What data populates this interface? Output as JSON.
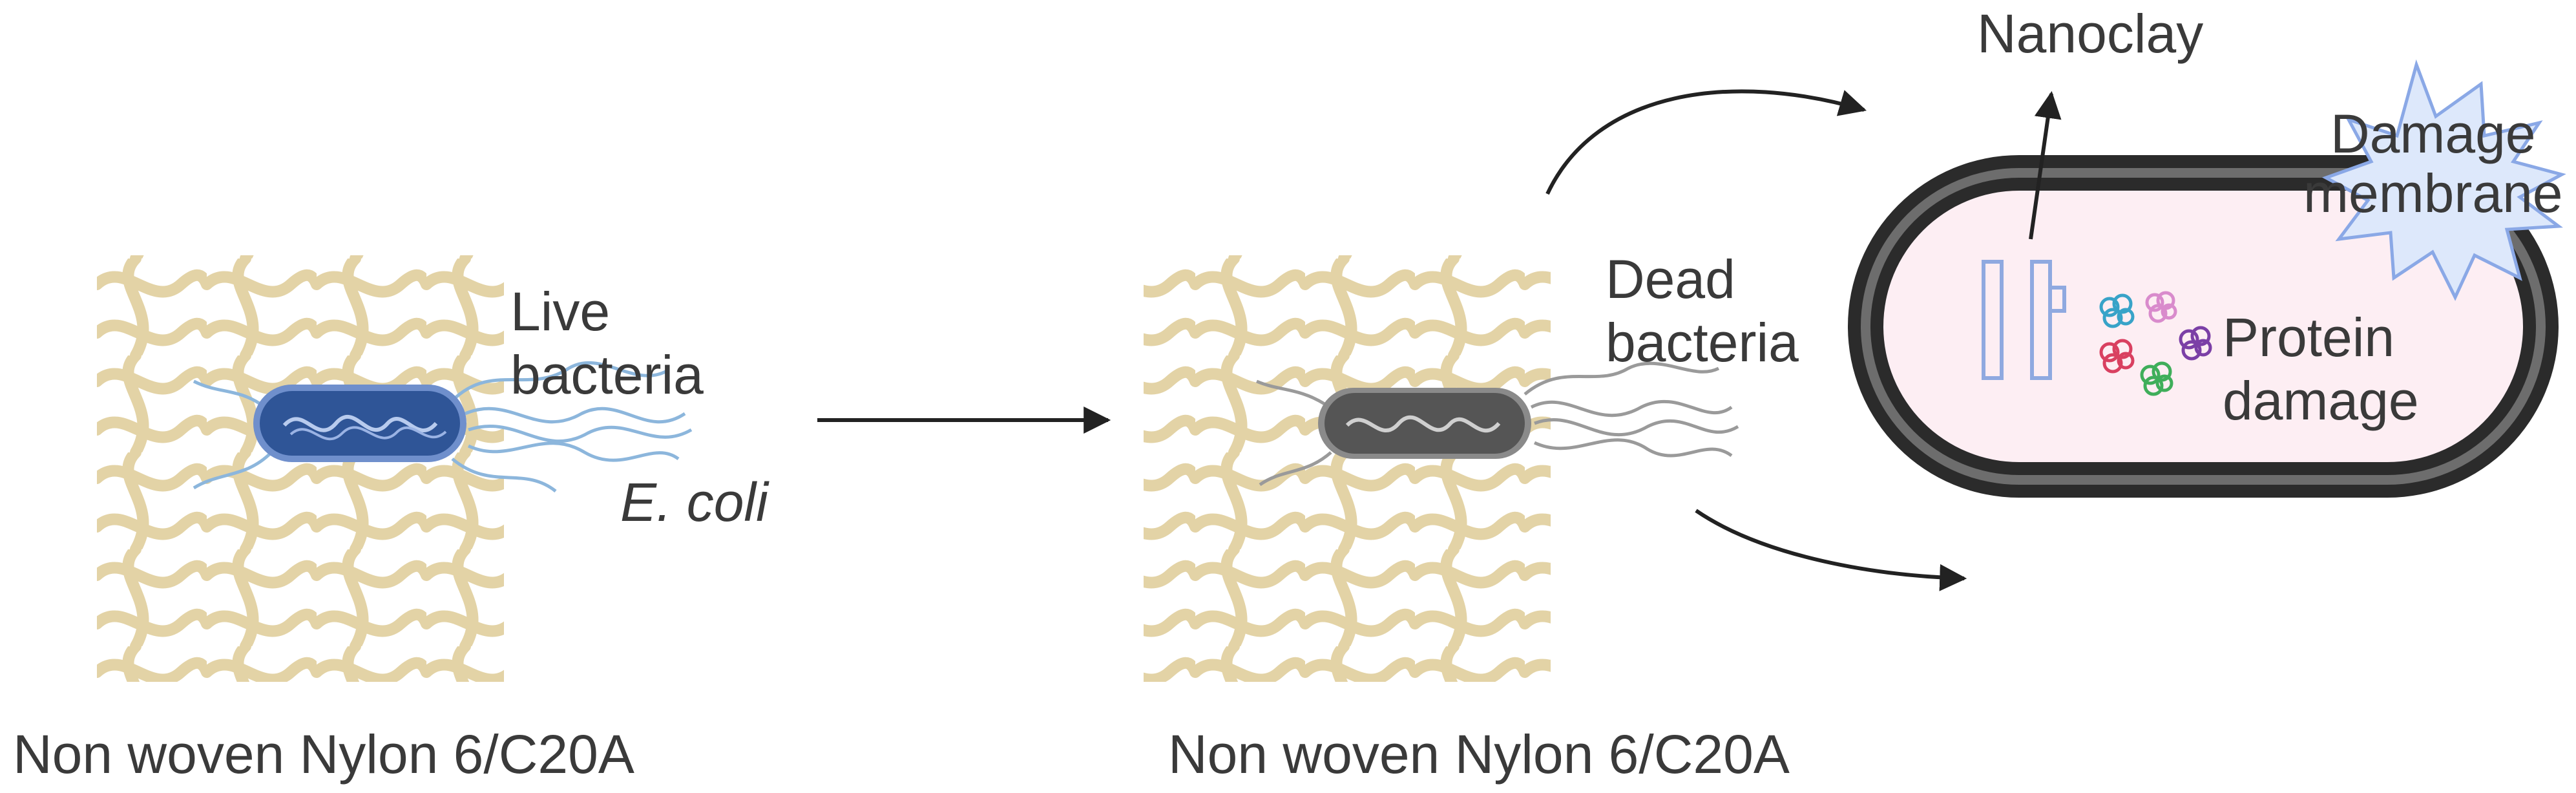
{
  "labels": {
    "live_bacteria": [
      "Live",
      "bacteria"
    ],
    "ecoli": "E. coli",
    "dead_bacteria": [
      "Dead",
      "bacteria"
    ],
    "nanoclay": "Nanoclay",
    "damage_membrane": [
      "Damage",
      "membrane"
    ],
    "protein_damage": [
      "Protein",
      "damage"
    ],
    "fabric_left": "Non woven Nylon 6/C20A",
    "fabric_right": "Non woven Nylon 6/C20A"
  },
  "colors": {
    "fiber": "#e3d3a6",
    "live_cell": "#2f5597",
    "dead_cell": "#555555",
    "membrane": "#2b2b2b",
    "cytoplasm": "#fdeef3",
    "nanoclay": "#8fa9e0",
    "burst": "#dde8fb",
    "arrow": "#222222"
  },
  "icons": [
    "nonwoven-fabric-icon",
    "bacterium-icon",
    "flagella-icon",
    "nanoclay-platelet-icon",
    "protein-icon",
    "burst-icon"
  ]
}
